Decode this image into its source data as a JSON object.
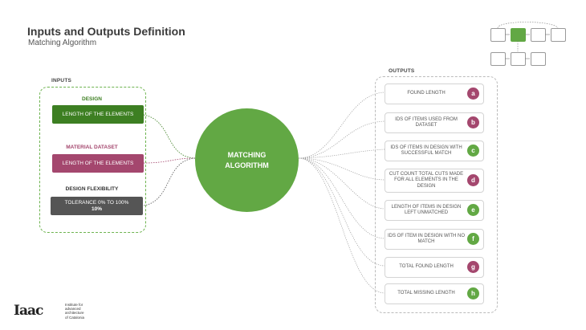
{
  "header": {
    "title": "Inputs and Outputs Definition",
    "subtitle": "Matching Algorithm"
  },
  "inputs": {
    "label": "INPUTS",
    "groups": [
      {
        "heading": "DESIGN",
        "pill": "LENGTH OF THE ELEMENTS",
        "color": "#3d7f22",
        "heading_color": "#3d7f22"
      },
      {
        "heading": "MATERIAL DATASET",
        "pill": "LENGTH OF THE ELEMENTS",
        "color": "#a4476e",
        "heading_color": "#a4476e"
      },
      {
        "heading": "DESIGN FLEXIBILITY",
        "pill_line1": "TOLERANCE 0% TO 100%",
        "pill_line2": "10%",
        "color": "#555555",
        "heading_color": "#333333"
      }
    ]
  },
  "center": {
    "line1": "MATCHING",
    "line2": "ALGORITHM",
    "color": "#62a844"
  },
  "outputs": {
    "label": "OUTPUTS",
    "items": [
      {
        "text": "FOUND LENGTH",
        "letter": "a",
        "color": "#a4476e"
      },
      {
        "text": "IDS OF ITEMS USED FROM DATASET",
        "letter": "b",
        "color": "#a4476e"
      },
      {
        "text": "IDS OF ITEMS IN DESIGN WITH SUCCESSFUL MATCH",
        "letter": "c",
        "color": "#62a844"
      },
      {
        "text": "CUT COUNT TOTAL CUTS MADE FOR ALL ELEMENTS IN THE DESIGN",
        "letter": "d",
        "color": "#a4476e"
      },
      {
        "text": "LENGTH OF ITEMS IN DESIGN LEFT UNMATCHED",
        "letter": "e",
        "color": "#62a844"
      },
      {
        "text": "IDS OF ITEM IN DESIGN WITH NO MATCH",
        "letter": "f",
        "color": "#62a844"
      },
      {
        "text": "TOTAL FOUND LENGTH",
        "letter": "g",
        "color": "#a4476e"
      },
      {
        "text": "TOTAL MISSING LENGTH",
        "letter": "h",
        "color": "#62a844"
      }
    ]
  },
  "logo": {
    "mark": "Iaac",
    "tag_lines": [
      "Institute for",
      "advanced",
      "architecture",
      "of Catalonia"
    ]
  }
}
